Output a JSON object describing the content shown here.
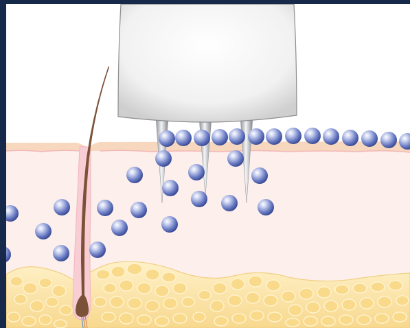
{
  "diagram": {
    "kind": "microneedling-skin-cross-section",
    "colors": {
      "frame": "#17294a",
      "background": "#ffffff",
      "epidermis": "#f6d9c4",
      "dermis": "#fdf0ec",
      "fat": "#fce5a8",
      "fat_cell": "#f9d98a",
      "device": "#efefef",
      "needle": "#bfc2c6",
      "hair": "#7b5138",
      "follicle": "#f6c8cf",
      "serum": "#5a6db8"
    },
    "parts": [
      {
        "id": "device-head",
        "icon": "microneedle-device-icon"
      },
      {
        "id": "needle",
        "icon": "needle-icon",
        "count": 3
      },
      {
        "id": "serum-droplet",
        "icon": "serum-sphere-icon"
      },
      {
        "id": "hair-follicle",
        "icon": "hair-icon"
      },
      {
        "id": "epidermis-layer"
      },
      {
        "id": "dermis-layer"
      },
      {
        "id": "subcutaneous-fat-layer"
      }
    ]
  }
}
